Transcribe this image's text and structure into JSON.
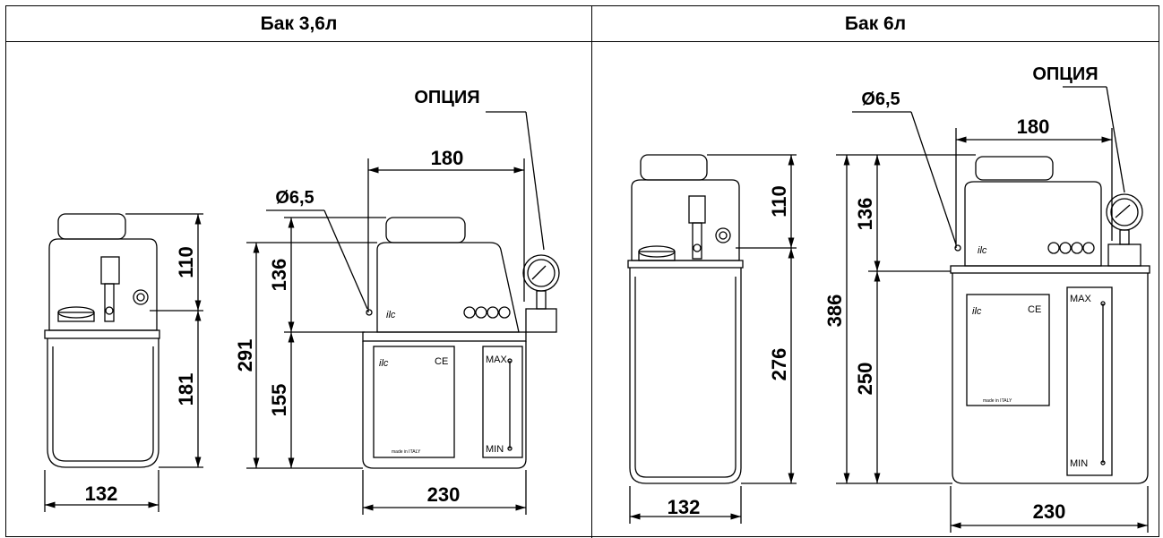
{
  "columns": [
    {
      "title": "Бак 3,6л",
      "option_label": "ОПЦИЯ",
      "hole_label": "Ø6,5",
      "dims": {
        "w_side": "132",
        "w_front": "230",
        "h_top": "110",
        "h_body": "181",
        "h_total": "291",
        "h_upper": "136",
        "h_lower": "155",
        "w_top": "180"
      }
    },
    {
      "title": "Бак 6л",
      "option_label": "ОПЦИЯ",
      "hole_label": "Ø6,5",
      "dims": {
        "w_side": "132",
        "w_front": "230",
        "h_top": "110",
        "h_body": "276",
        "h_total": "386",
        "h_upper": "136",
        "h_lower": "250",
        "w_top": "180"
      }
    }
  ],
  "level_marks": {
    "max": "MAX",
    "min": "MIN"
  },
  "brand": {
    "logo": "ilc",
    "ce": "CE",
    "made_in": "made in ITALY"
  }
}
